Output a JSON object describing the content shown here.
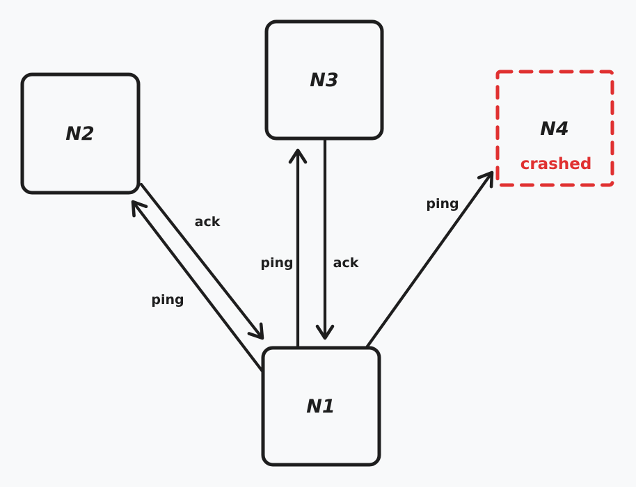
{
  "diagram": {
    "colors": {
      "background": "#f8f9fa",
      "stroke": "#1e1e1e",
      "crashed_red": "#e03131"
    },
    "nodes": [
      {
        "id": "n2",
        "label": "N2"
      },
      {
        "id": "n3",
        "label": "N3"
      },
      {
        "id": "n4",
        "label": "N4",
        "status_text": "crashed"
      },
      {
        "id": "n1",
        "label": "N1"
      }
    ],
    "edges": [
      {
        "from": "N1",
        "to": "N2",
        "label": "ping"
      },
      {
        "from": "N2",
        "to": "N1",
        "label": "ack"
      },
      {
        "from": "N1",
        "to": "N3",
        "label": "ping"
      },
      {
        "from": "N3",
        "to": "N1",
        "label": "ack"
      },
      {
        "from": "N1",
        "to": "N4",
        "label": "ping"
      }
    ]
  }
}
